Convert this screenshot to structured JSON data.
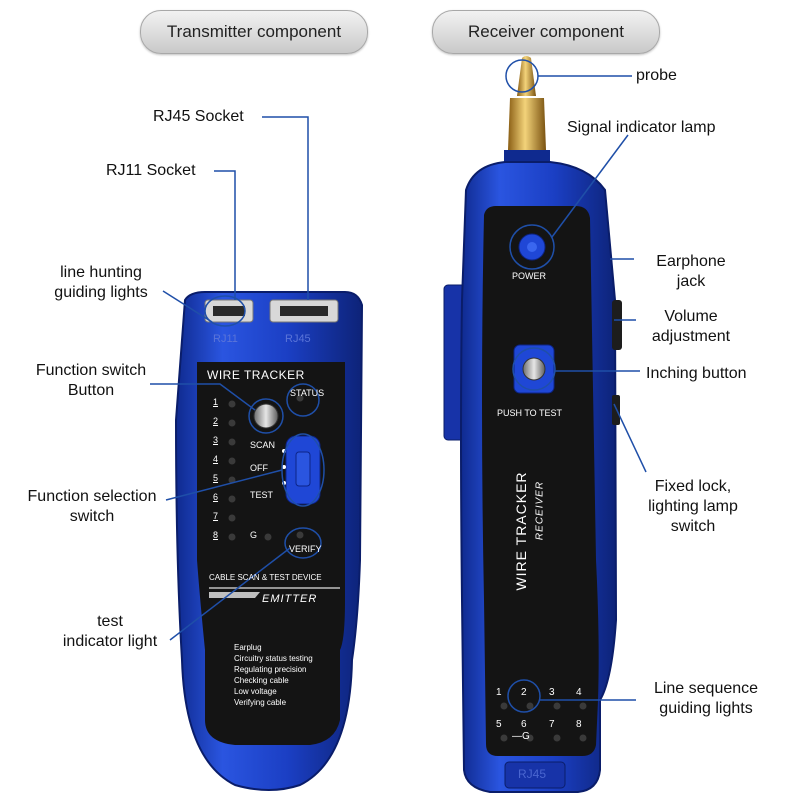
{
  "headers": {
    "transmitter": "Transmitter component",
    "receiver": "Receiver component"
  },
  "transmitter": {
    "callouts": {
      "rj45": "RJ45 Socket",
      "rj11": "RJ11 Socket",
      "hunting_lights": "line hunting\nguiding lights",
      "function_switch_button": "Function switch\nButton",
      "function_selection_switch": "Function selection\nswitch",
      "test_indicator": "test\nindicator light"
    },
    "device": {
      "port_rj11": "RJ11",
      "port_rj45": "RJ45",
      "brand": "WIRE TRACKER",
      "status": "STATUS",
      "numbers": [
        "1",
        "2",
        "3",
        "4",
        "5",
        "6",
        "7",
        "8"
      ],
      "g_label": "G",
      "scan": "SCAN",
      "off": "OFF",
      "test": "TEST",
      "verify": "VERIFY",
      "subtitle": "CABLE SCAN & TEST DEVICE",
      "emitter": "EMITTER",
      "features": [
        "Earplug",
        "Circuitry status testing",
        "Regulating precision",
        "Checking cable",
        "Low voltage",
        "Verifying cable"
      ]
    }
  },
  "receiver": {
    "callouts": {
      "probe": "probe",
      "signal_lamp": "Signal indicator lamp",
      "earphone": "Earphone\njack",
      "volume": "Volume\nadjustment",
      "inching": "Inching button",
      "fixed_lock": "Fixed lock,\nlighting lamp\nswitch",
      "line_sequence": "Line sequence\nguiding lights"
    },
    "device": {
      "power": "POWER",
      "push_to_test": "PUSH TO TEST",
      "brand": "WIRE TRACKER",
      "model": "RECEIVER",
      "leds_top": [
        "1",
        "2",
        "3",
        "4"
      ],
      "leds_bottom": [
        "5",
        "6",
        "7",
        "8"
      ],
      "g_label": "—G",
      "port": "RJ45"
    }
  },
  "colors": {
    "device_blue": "#1b3fc4",
    "panel_black": "#141414",
    "leader_blue": "#1f4fa8",
    "probe_gold": "#c9962e"
  }
}
